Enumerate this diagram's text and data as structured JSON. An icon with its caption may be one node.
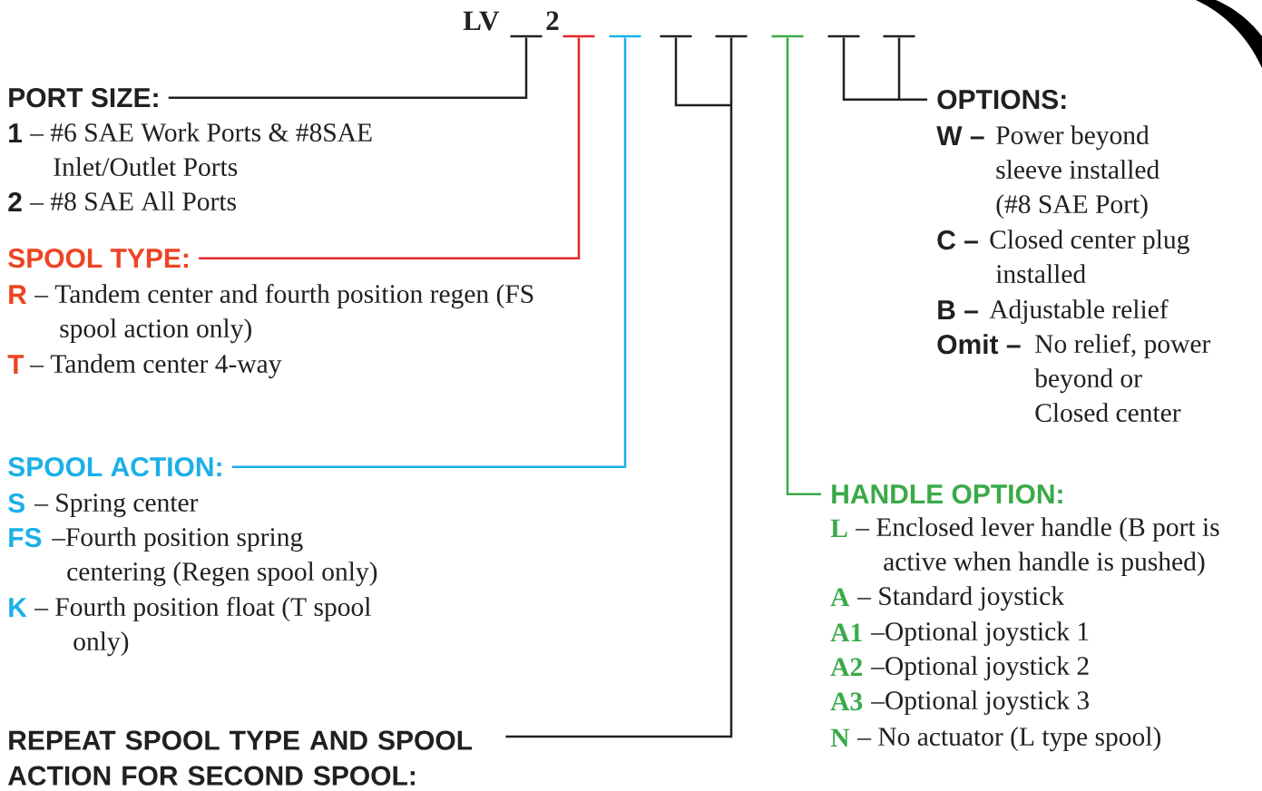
{
  "diagram": {
    "nodes": [
      {
        "text": [],
        "shape": "bar"
      },
      {
        "text": [],
        "shape": "bar"
      },
      {
        "text": [],
        "shape": "bar"
      },
      {
        "text": [],
        "shape": "bar"
      },
      {
        "text": [],
        "shape": "bar"
      },
      {
        "text": [],
        "shape": "bar"
      },
      {
        "text": [],
        "shape": "bar"
      },
      {
        "text": [],
        "shape": "bar"
      },
      {
        "text": [
          "PORT SIZE:",
          "1",
          "– #6 SAE Work Ports & #8SAE Inlet/Outlet Ports",
          "2",
          "– #8 SAE All Ports"
        ]
      },
      {
        "text": [
          "SPOOL TYPE:",
          "R",
          "– Tandem center and fourth position regen (FS spool action only)",
          "T",
          "– Tandem center 4-way"
        ]
      },
      {
        "text": [
          "SPOOL ACTION:",
          "S",
          "– Spring center",
          "FS",
          "–Fourth position spring centering (Regen spool only)",
          "K",
          "– Fourth position float (T spool only)"
        ]
      },
      {
        "text": [
          "REPEAT SPOOL TYPE AND SPOOL ACTION FOR SECOND SPOOL:"
        ]
      },
      {
        "text": [
          "HANDLE OPTION:",
          "L",
          "– Enclosed lever handle (B port is active when handle is pushed)",
          "A",
          "– Standard joystick",
          "A1",
          "–Optional joystick 1",
          "A2",
          "–Optional joystick 2",
          "A3",
          "–Optional joystick 3",
          "N",
          "– No actuator (L type spool)"
        ]
      },
      {
        "text": [
          "OPTIONS:",
          "W –",
          "Power beyond sleeve installed (#8 SAE Port)",
          "C –",
          "Closed center plug installed",
          "B –",
          "Adjustable relief",
          "Omit –",
          "No relief, power beyond or Closed center"
        ]
      }
    ],
    "edges": [
      {
        "from": 0,
        "to": 8,
        "arrow": "none"
      },
      {
        "from": 1,
        "to": 9,
        "arrow": "none",
        "color": "#e0262b"
      },
      {
        "from": 2,
        "to": 10,
        "arrow": "none",
        "color": "#1ab0e8"
      },
      {
        "from": 3,
        "to": 11,
        "arrow": "none"
      },
      {
        "from": 4,
        "to": 11,
        "arrow": "none"
      },
      {
        "from": 5,
        "to": 12,
        "arrow": "none",
        "color": "#3aaa48"
      },
      {
        "from": 6,
        "to": 13,
        "arrow": "none"
      },
      {
        "from": 7,
        "to": 13,
        "arrow": "none"
      }
    ],
    "labels": [
      "LV",
      "2"
    ]
  }
}
